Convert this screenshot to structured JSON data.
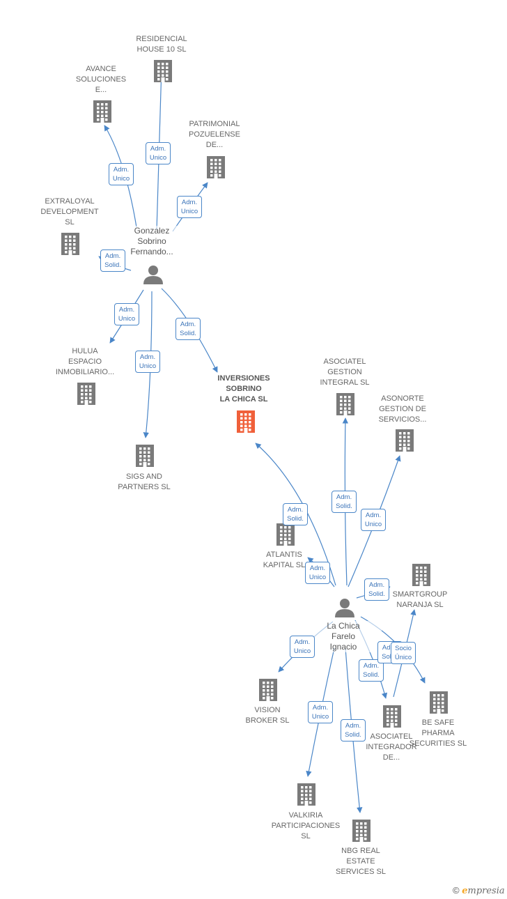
{
  "colors": {
    "edge": "#4a86c8",
    "building": "#7a7a7a",
    "main_building": "#f0603a",
    "person": "#7a7a7a"
  },
  "companies": [
    {
      "id": "residencial",
      "label": "RESIDENCIAL\nHOUSE 10  SL"
    },
    {
      "id": "avance",
      "label": "AVANCE\nSOLUCIONES\nE..."
    },
    {
      "id": "patrimonial",
      "label": "PATRIMONIAL\nPOZUELENSE\nDE..."
    },
    {
      "id": "extraloyal",
      "label": "EXTRALOYAL\nDEVELOPMENT\nSL"
    },
    {
      "id": "hulua",
      "label": "HULUA\nESPACIO\nINMOBILIARIO..."
    },
    {
      "id": "inversiones",
      "label": "INVERSIONES\nSOBRINO\nLA CHICA  SL",
      "main": true
    },
    {
      "id": "sigs",
      "label": "SIGS AND\nPARTNERS  SL"
    },
    {
      "id": "asociatel_gi",
      "label": "ASOCIATEL\nGESTION\nINTEGRAL  SL"
    },
    {
      "id": "asonorte",
      "label": "ASONORTE\nGESTION DE\nSERVICIOS..."
    },
    {
      "id": "atlantis",
      "label": "ATLANTIS\nKAPITAL  SL"
    },
    {
      "id": "smartgroup",
      "label": "SMARTGROUP\nNARANJA  SL"
    },
    {
      "id": "vision",
      "label": "VISION\nBROKER  SL"
    },
    {
      "id": "asociatel_in",
      "label": "ASOCIATEL\nINTEGRADOR\nDE..."
    },
    {
      "id": "besafe",
      "label": "BE SAFE\nPHARMA\nSECURITIES  SL"
    },
    {
      "id": "valkiria",
      "label": "VALKIRIA\nPARTICIPACIONES\nSL"
    },
    {
      "id": "nbg",
      "label": "NBG REAL\nESTATE\nSERVICES  SL"
    }
  ],
  "persons": [
    {
      "id": "gonzalez",
      "label": "Gonzalez\nSobrino\nFernando..."
    },
    {
      "id": "lachica",
      "label": "La Chica\nFarelo\nIgnacio"
    }
  ],
  "edges": [
    {
      "from": "gonzalez",
      "to": "residencial",
      "label": "Adm.\nUnico"
    },
    {
      "from": "gonzalez",
      "to": "avance",
      "label": "Adm.\nUnico"
    },
    {
      "from": "gonzalez",
      "to": "patrimonial",
      "label": "Adm.\nUnico"
    },
    {
      "from": "gonzalez",
      "to": "extraloyal",
      "label": "Adm.\nSolid."
    },
    {
      "from": "gonzalez",
      "to": "hulua",
      "label": "Adm.\nUnico"
    },
    {
      "from": "gonzalez",
      "to": "sigs",
      "label": "Adm.\nUnico"
    },
    {
      "from": "gonzalez",
      "to": "inversiones",
      "label": "Adm.\nSolid."
    },
    {
      "from": "lachica",
      "to": "inversiones",
      "label": "Adm.\nSolid."
    },
    {
      "from": "lachica",
      "to": "asociatel_gi",
      "label": "Adm.\nSolid."
    },
    {
      "from": "lachica",
      "to": "asonorte",
      "label": "Adm.\nUnico"
    },
    {
      "from": "lachica",
      "to": "atlantis",
      "label": "Adm.\nUnico"
    },
    {
      "from": "lachica",
      "to": "smartgroup",
      "label": "Adm.\nSolid."
    },
    {
      "from": "lachica",
      "to": "vision",
      "label": "Adm.\nUnico"
    },
    {
      "from": "lachica",
      "to": "asociatel_in",
      "label": "Adm.\nSolid."
    },
    {
      "from": "lachica",
      "to": "besafe",
      "label": "Adm.\nSolid."
    },
    {
      "from": "lachica",
      "to": "besafe",
      "label": "Socio\nÚnico"
    },
    {
      "from": "lachica",
      "to": "valkiria",
      "label": "Adm.\nUnico"
    },
    {
      "from": "lachica",
      "to": "nbg",
      "label": "Adm.\nSolid."
    }
  ],
  "footer": {
    "copyright": "©",
    "brand_initial": "e",
    "brand_rest": "mpresia"
  }
}
